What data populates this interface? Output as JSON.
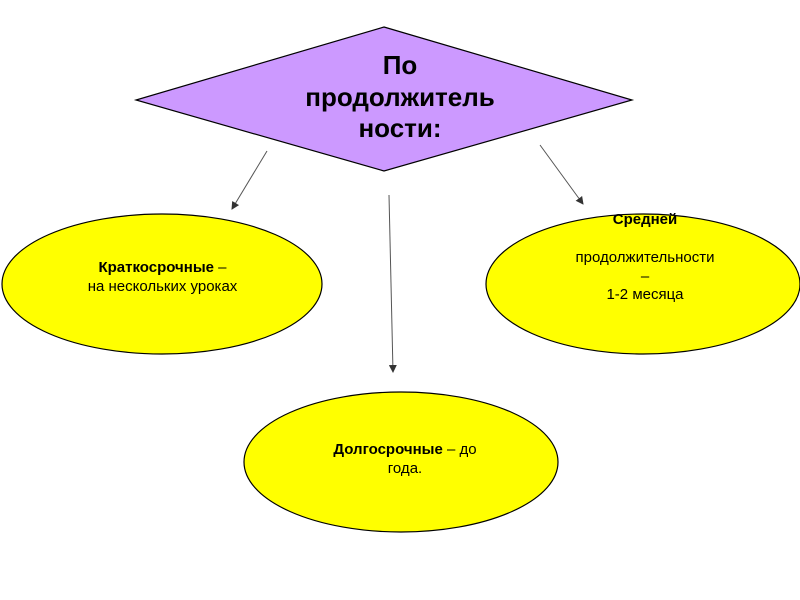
{
  "diagram": {
    "root": {
      "lines": [
        "По",
        "продолжитель",
        "ности:"
      ],
      "fill": "#cc99ff"
    },
    "nodes": {
      "short_term": {
        "bold": "Краткосрочные",
        "rest": " –",
        "line2": "на нескольких уроках",
        "fill": "#ffff00"
      },
      "long_term": {
        "bold": "Долгосрочные",
        "rest": " – до",
        "line2": "года.",
        "fill": "#ffff00"
      },
      "medium_term": {
        "bold": "Средней",
        "line2": "продолжительности",
        "line3": "–",
        "line4": "1-2 месяца",
        "fill": "#ffff00"
      }
    },
    "edges": [
      {
        "from": "root",
        "to": "short_term"
      },
      {
        "from": "root",
        "to": "long_term"
      },
      {
        "from": "root",
        "to": "medium_term"
      }
    ]
  }
}
